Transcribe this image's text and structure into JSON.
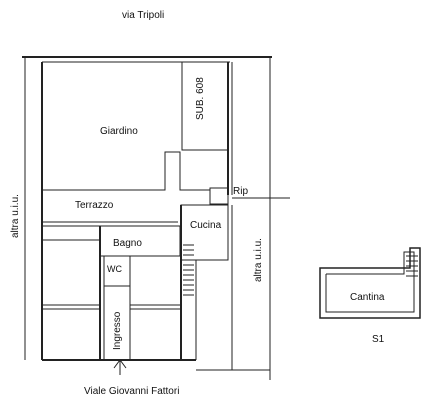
{
  "plan": {
    "street_top": "via Tripoli",
    "street_bottom": "Viale Giovanni Fattori",
    "left_side": "altra u.i.u.",
    "right_side": "altra u.i.u.",
    "rooms": {
      "giardino": "Giardino",
      "sub": "SUB. 608",
      "rip": "Rip",
      "terrazzo": "Terrazzo",
      "cucina": "Cucina",
      "bagno": "Bagno",
      "wc": "WC",
      "ingresso": "Ingresso"
    },
    "cellar": {
      "label": "Cantina",
      "level": "S1"
    }
  }
}
